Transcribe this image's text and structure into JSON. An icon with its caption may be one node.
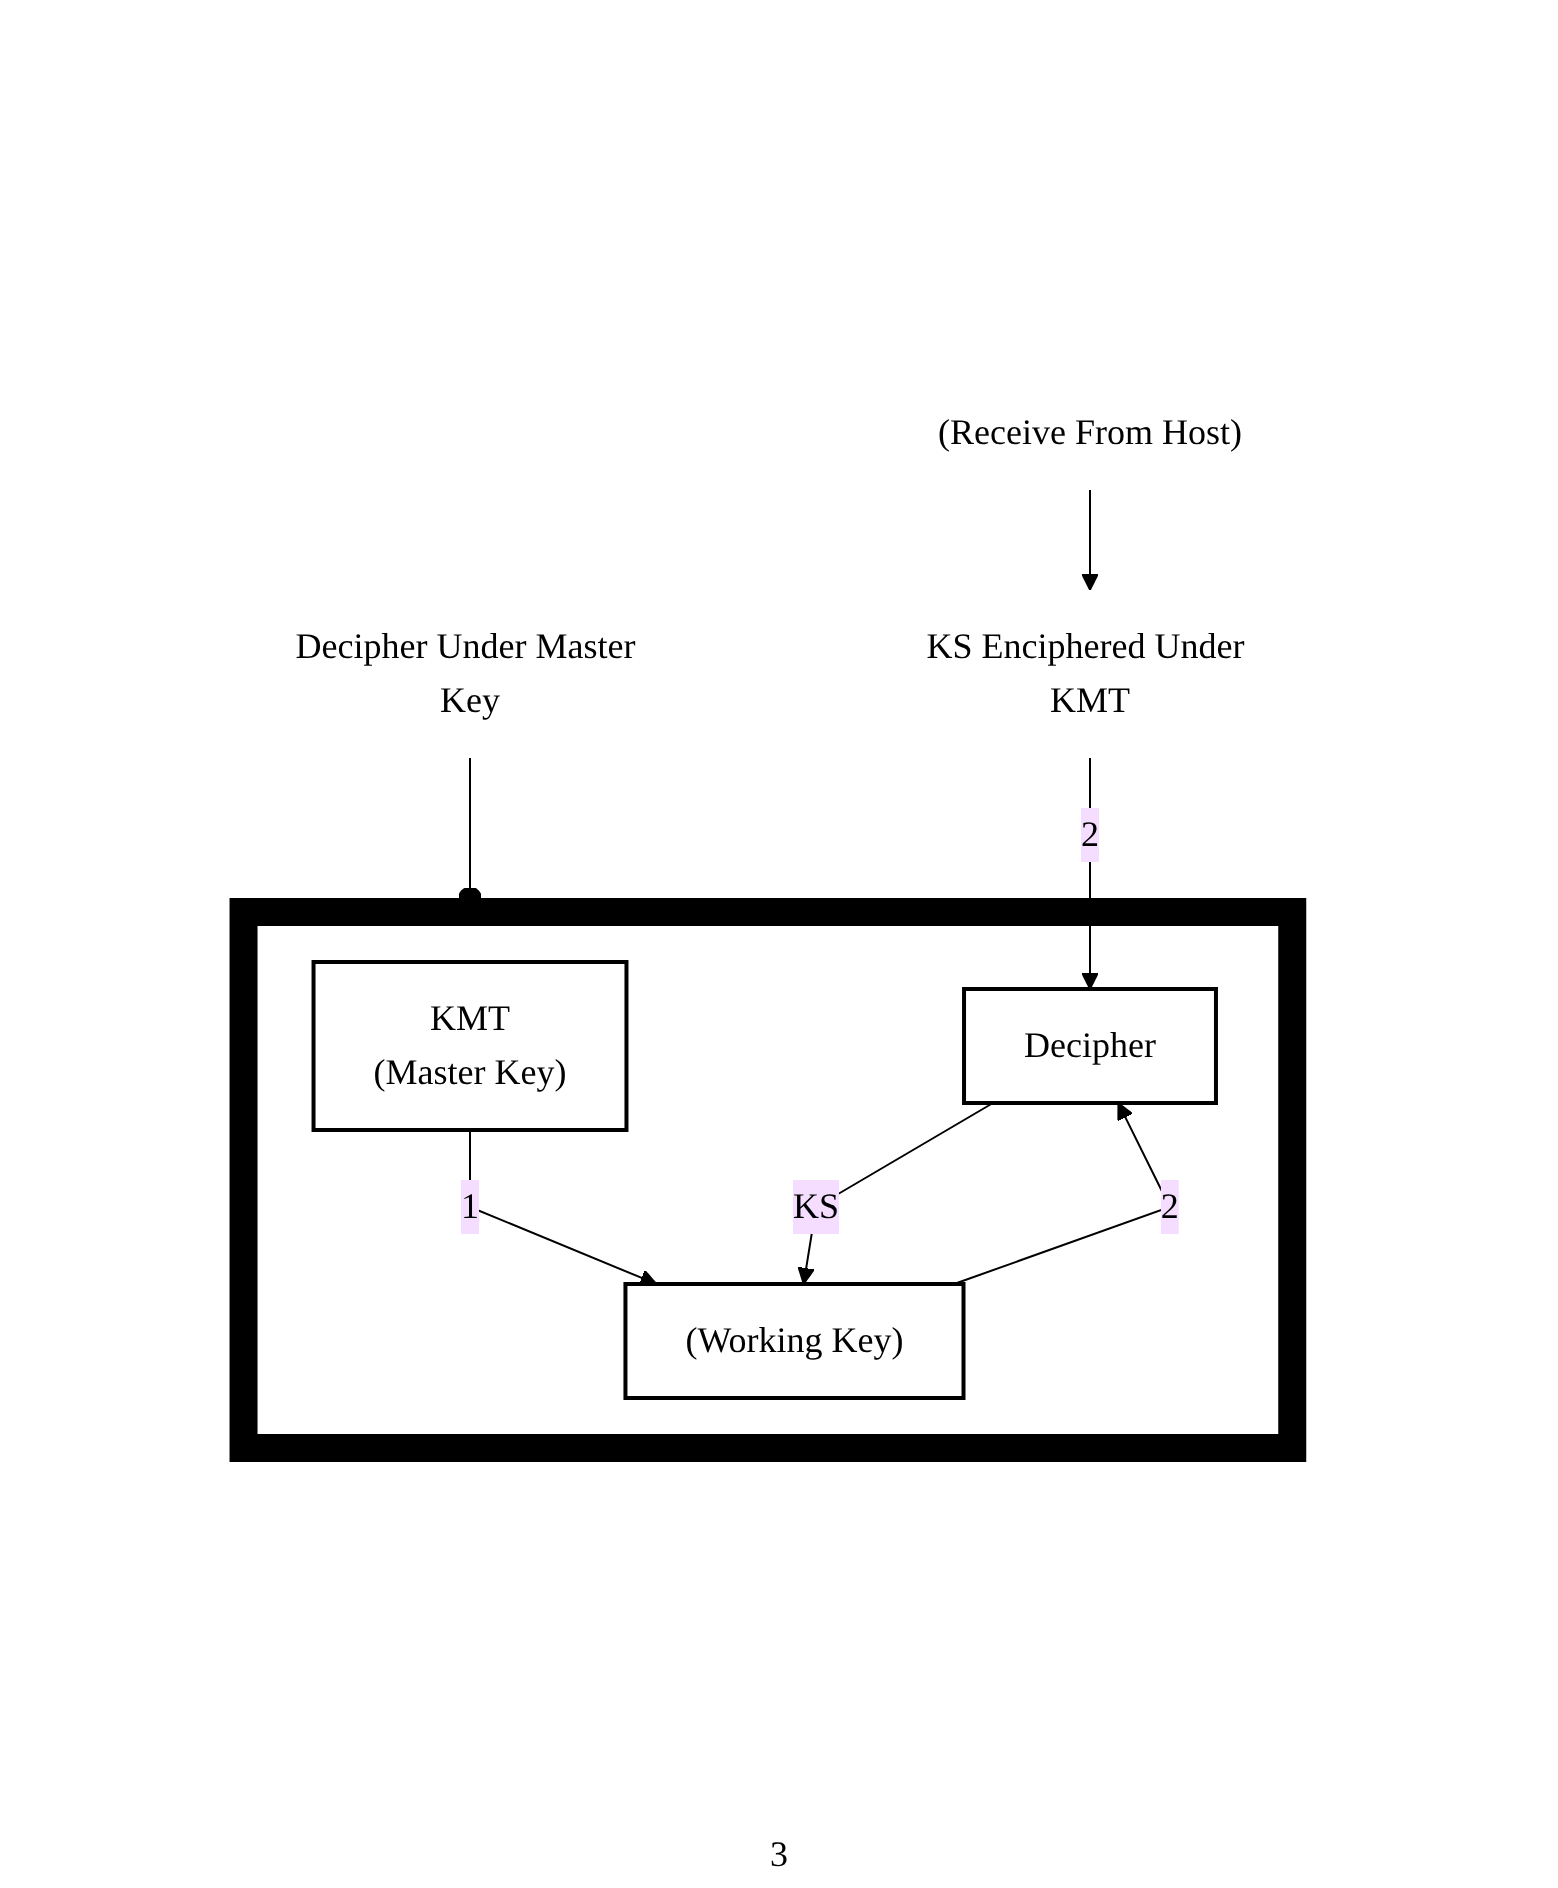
{
  "diagram": {
    "nodes": [
      {
        "text": [
          "(Receive From Host)"
        ]
      },
      {
        "text": [
          "KS Enciphered Under KMT"
        ]
      },
      {
        "text": [
          "Decipher Under Master Key"
        ]
      },
      {
        "text": [],
        "shape": "box"
      },
      {
        "text": [
          "KMT",
          "(Master Key)"
        ],
        "in": 3
      },
      {
        "text": [
          "(Working Key)"
        ],
        "in": 3
      },
      {
        "text": [
          "Decipher"
        ],
        "in": 3
      }
    ],
    "edges": [
      {
        "from": 0,
        "to": 1,
        "arrow": "to"
      },
      {
        "from": 1,
        "to": 6,
        "arrow": "to",
        "label": "2"
      },
      {
        "from": 2,
        "to": 3,
        "arrow": "other"
      },
      {
        "from": 4,
        "to": 5,
        "arrow": "to",
        "label": "1"
      },
      {
        "from": 5,
        "to": 6,
        "arrow": "to",
        "label": "2"
      },
      {
        "from": 6,
        "to": 5,
        "arrow": "to",
        "label": "KS"
      }
    ],
    "labels": [
      "3"
    ]
  }
}
